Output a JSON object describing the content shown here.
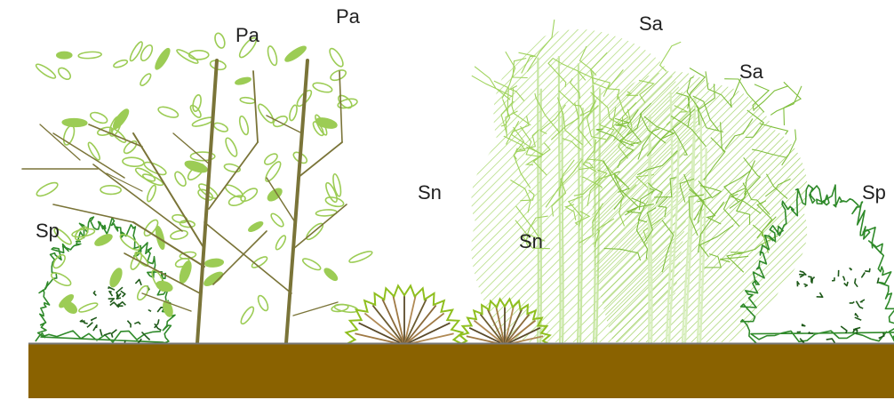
{
  "labels": {
    "pa_1": "Pa",
    "pa_2": "Pa",
    "sa_1": "Sa",
    "sa_2": "Sa",
    "sn_1": "Sn",
    "sn_2": "Sn",
    "sp_1": "Sp",
    "sp_2": "Sp"
  },
  "colors": {
    "ground": "#8a6200",
    "ground_edge": "#777777",
    "pa_branch": "#7a7438",
    "pa_leaf": "#9ccc55",
    "sa_crown": "#9fd35c",
    "sa_trunk": "#c6e6a0",
    "sn_outline": "#8fbf1f",
    "sn_ray": "#8a6a3a",
    "sp_vine": "#2f8a2a",
    "sp_dark": "#1f5a1a"
  },
  "plants": [
    {
      "code": "Sp",
      "type": "climbing-shrub"
    },
    {
      "code": "Pa",
      "type": "deciduous-tree"
    },
    {
      "code": "Pa",
      "type": "deciduous-tree"
    },
    {
      "code": "Sn",
      "type": "spiky-shrub"
    },
    {
      "code": "Sn",
      "type": "spiky-shrub"
    },
    {
      "code": "Sa",
      "type": "hatched-tree"
    },
    {
      "code": "Sa",
      "type": "hatched-tree"
    },
    {
      "code": "Sp",
      "type": "climbing-shrub"
    }
  ]
}
